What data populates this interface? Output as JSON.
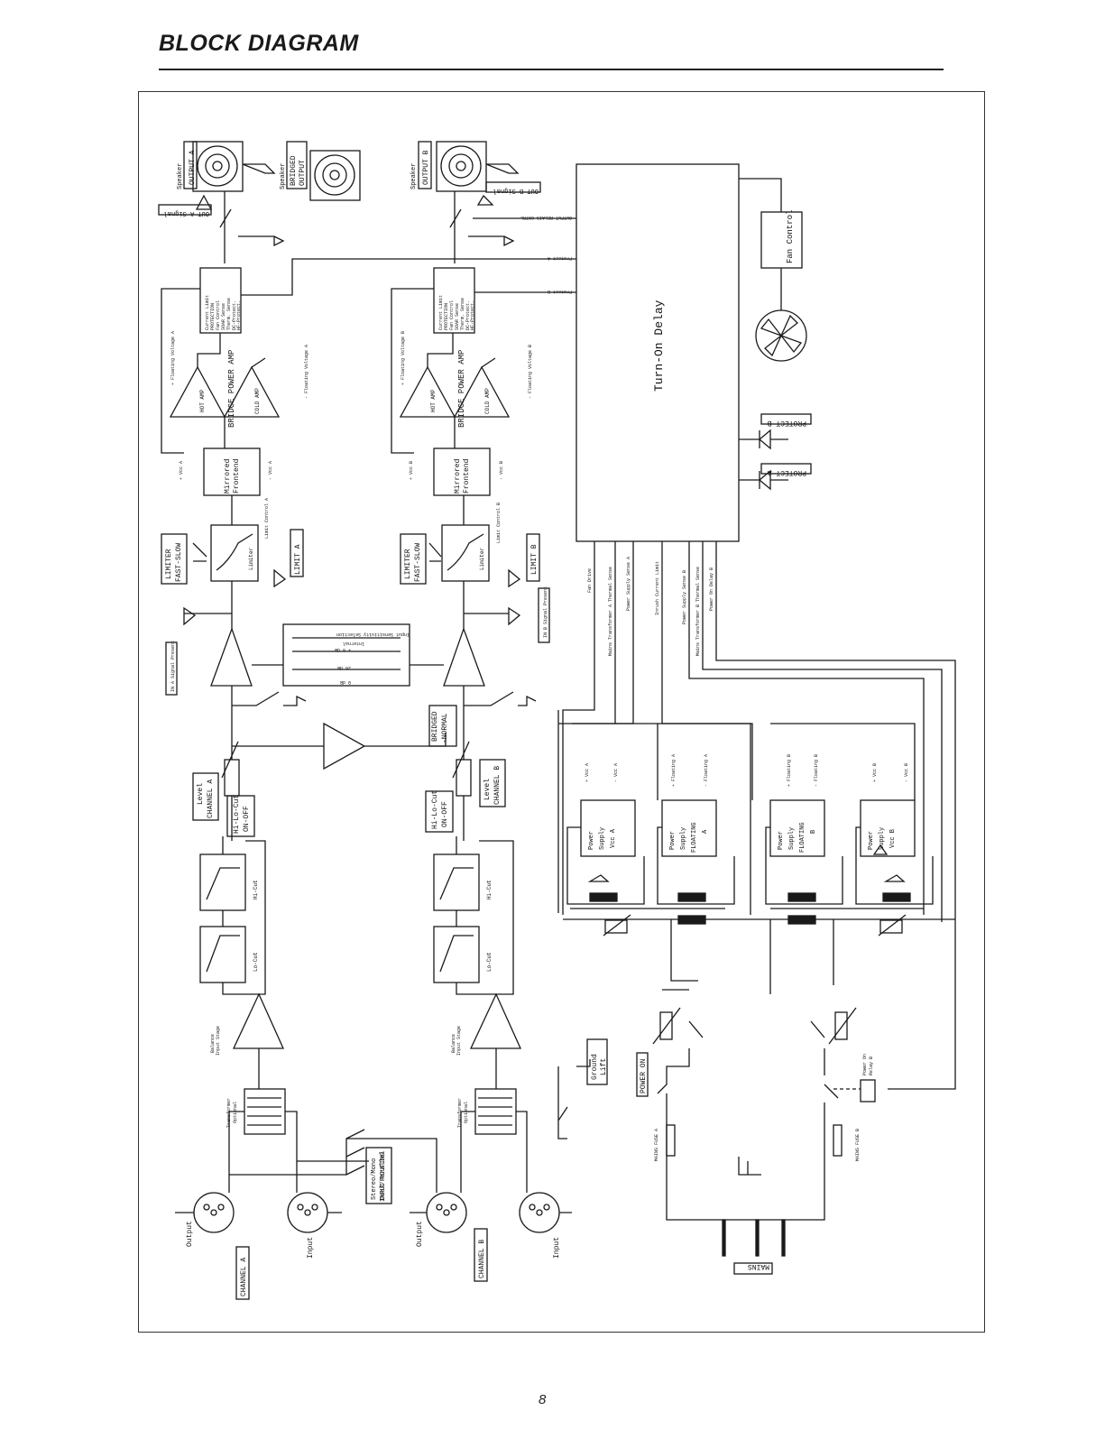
{
  "page": {
    "title": "BLOCK DIAGRAM",
    "page_number": "8"
  },
  "diagram": {
    "turn_on_delay": "Turn-On Delay",
    "fan_control": "Fan Control",
    "protect_a": "PROTECT A",
    "protect_b": "PROTECT B",
    "channel_a": {
      "speaker_label": "Speaker",
      "output_label": "OUTPUT A",
      "out_signal": "OUT A Signal",
      "protection": [
        "Current Limit",
        "PROTECTION",
        "Fan Control",
        "SOAR Sense",
        "Therm. Sense",
        "DC-Protect.",
        "HF-Protect."
      ],
      "floating_plus": "+ Floating Voltage A",
      "floating_minus": "- Floating Voltage A",
      "hot_amp": "HOT AMP",
      "cold_amp": "COLD AMP",
      "bridge_power_amp": "BRIDGE POWER AMP",
      "mirrored_frontend": [
        "Mirrored",
        "Frontend"
      ],
      "vcc_plus": "+ Vcc A",
      "vcc_minus": "- Vcc A",
      "limiter_mode": [
        "LIMITER",
        "FAST-SLOW"
      ],
      "limiter": "Limiter",
      "limit_control": "Limit Control A",
      "limit_led": "LIMIT A",
      "signal_present": "IN A Signal Present",
      "level": [
        "Level",
        "CHANNEL A"
      ],
      "hi_lo_cut": [
        "Hi-Lo-Cut",
        "ON-OFF"
      ],
      "hi_cut": "Hi-Cut",
      "lo_cut": "Lo-Cut",
      "balance_input": [
        "Balance",
        "Input Stage"
      ],
      "transformer": [
        "Transformer",
        "Optional"
      ],
      "output_xlr": "Output",
      "input_xlr": "Input",
      "channel_label": "CHANNEL A"
    },
    "channel_b": {
      "speaker_label": "Speaker",
      "output_label": "OUTPUT B",
      "out_signal": "OUT B Signal",
      "output_relay": "OUTPUT RELAIS CNTRL",
      "protection": [
        "Current Limit",
        "PROTECTION",
        "Fan Control",
        "SOAR Sense",
        "Therm. Sense",
        "DC-Protect.",
        "HF-Protect."
      ],
      "floating_plus": "+ Floating Voltage B",
      "floating_minus": "- Floating Voltage B",
      "hot_amp": "HOT AMP",
      "cold_amp": "COLD AMP",
      "bridge_power_amp": "BRIDGE POWER AMP",
      "mirrored_frontend": [
        "Mirrored",
        "Frontend"
      ],
      "vcc_plus": "+ Vcc B",
      "vcc_minus": "- Vcc B",
      "limiter_mode": [
        "LIMITER",
        "FAST-SLOW"
      ],
      "limiter": "Limiter",
      "limit_control": "Limit Control B",
      "limit_led": "LIMIT B",
      "signal_present": "IN B Signal Present",
      "level": [
        "Level",
        "CHANNEL B"
      ],
      "hi_lo_cut": [
        "Hi-Lo-Cut",
        "ON-OFF"
      ],
      "hi_cut": "Hi-Cut",
      "lo_cut": "Lo-Cut",
      "balance_input": [
        "Balance",
        "Input Stage"
      ],
      "transformer": [
        "Transformer",
        "Optional"
      ],
      "output_xlr": "Output",
      "input_xlr": "Input",
      "channel_label": "CHANNEL B"
    },
    "bridged_output": [
      "Speaker",
      "BRIDGED",
      "OUTPUT"
    ],
    "bridged_normal": [
      "BRIDGED",
      "-NORMAL"
    ],
    "input_sensitivity": [
      "Input Sensitivity Selection",
      "Internal"
    ],
    "sensitivity_values": [
      "+ 6 dB",
      "26 dB",
      "0 dB"
    ],
    "protect_lines": [
      "Protect A",
      "Protect B"
    ],
    "delay_lines": [
      "Fan Drive",
      "Mains Transformer A Thermal Sense",
      "Power Supply Sense A",
      "Inrush Current Limit",
      "Power Supply Sense B",
      "Mains Transformer B Thermal Sense",
      "Power On Delay B"
    ],
    "supplies": {
      "vcc_a": [
        "Power",
        "Supply",
        "Vcc A"
      ],
      "vcc_a_rails": [
        "+ Vcc A",
        "- Vcc A"
      ],
      "float_a": [
        "Power",
        "Supply",
        "FLOATING",
        "A"
      ],
      "float_a_rails": [
        "+ Floating A",
        "- Floating A"
      ],
      "float_b": [
        "Power",
        "Supply",
        "FLOATING",
        "B"
      ],
      "float_b_rails": [
        "+ Floating B",
        "- Floating B"
      ],
      "vcc_b": [
        "Power",
        "Supply",
        "Vcc B"
      ],
      "vcc_b_rails": [
        "+ Vcc B",
        "- Vcc B"
      ]
    },
    "ground_lift": [
      "Ground",
      "Lift"
    ],
    "power_on": "POWER ON",
    "input_routing": [
      "INPUT ROUTING",
      "Stereo/Mono",
      "Dual/Parallel"
    ],
    "mains_fuse_a": "MAINS FUSE A",
    "mains_fuse_b": "MAINS FUSE B",
    "power_on_relay": [
      "Power On",
      "Relay B"
    ],
    "mains": "MAINS"
  }
}
